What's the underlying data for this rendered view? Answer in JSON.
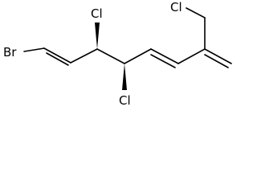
{
  "molecule": {
    "atom_labels": {
      "bromine": "Br",
      "chlorine_1": "Cl",
      "chlorine_2": "Cl",
      "chlorine_3": "Cl"
    }
  }
}
